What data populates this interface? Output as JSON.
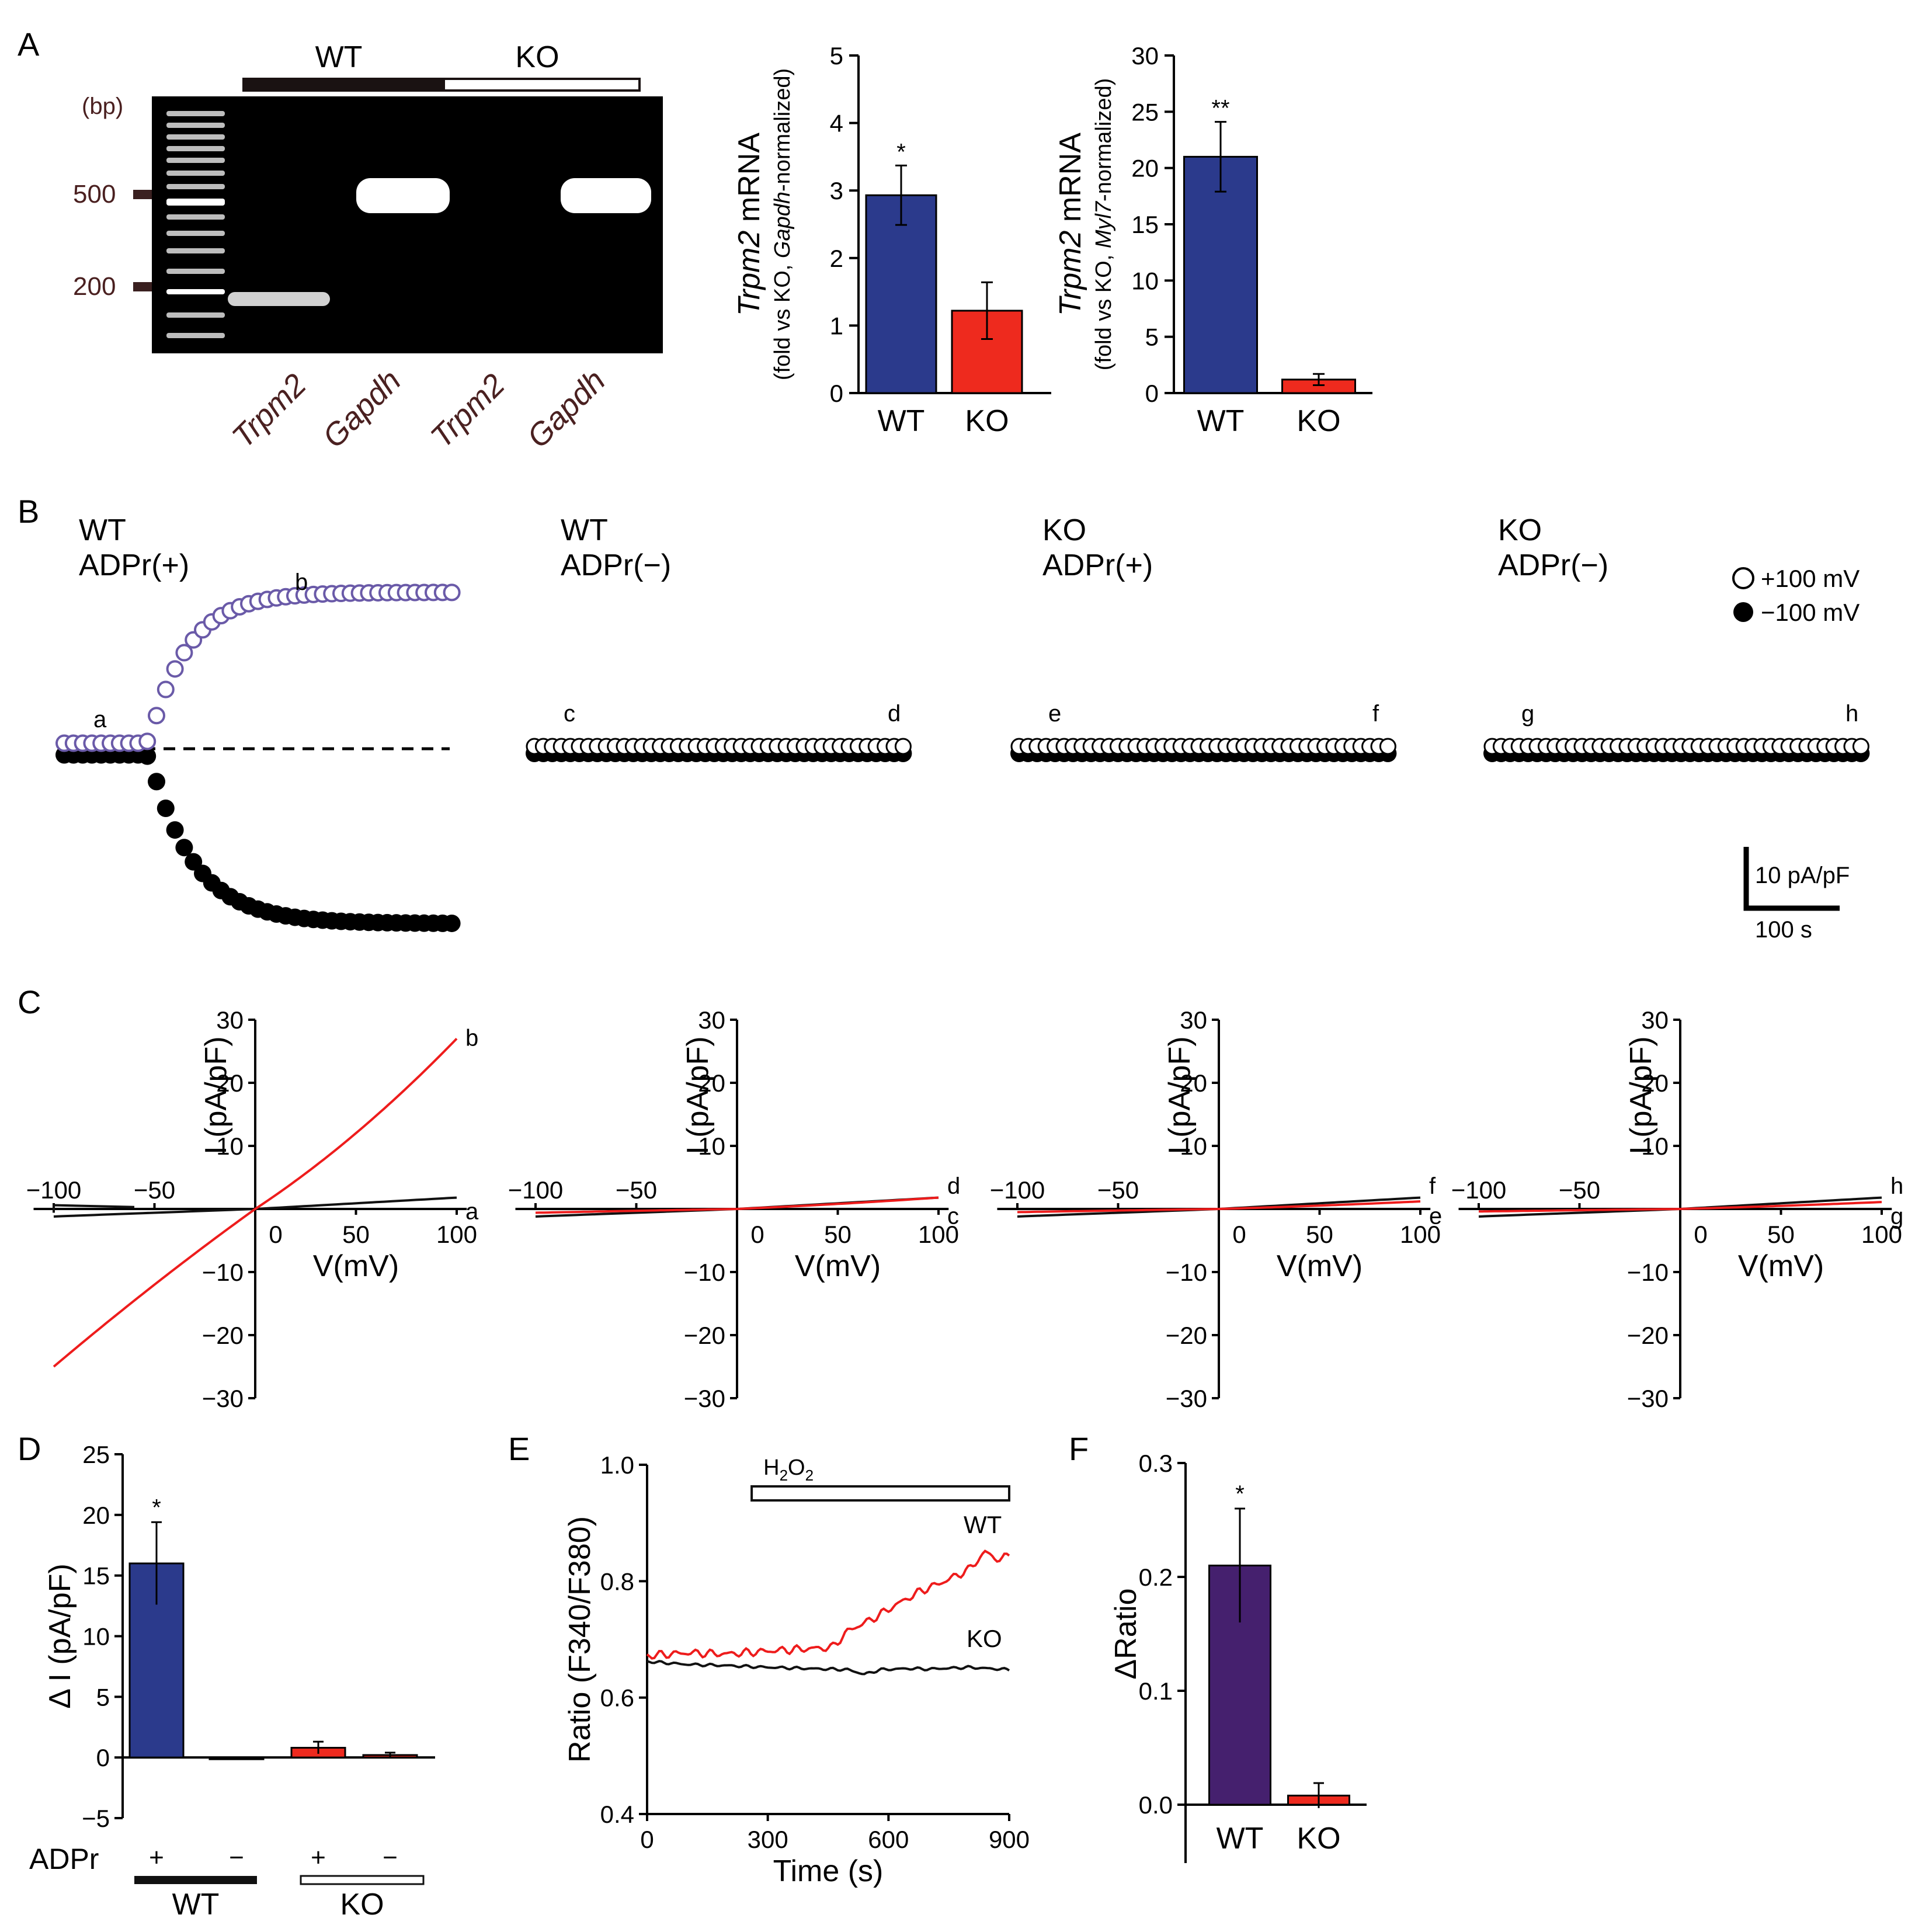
{
  "panel_labels": {
    "A": "A",
    "B": "B",
    "C": "C",
    "D": "D",
    "E": "E",
    "F": "F"
  },
  "gel": {
    "bp_unit": "(bp)",
    "marker_500": "500",
    "marker_200": "200",
    "group_wt": "WT",
    "group_ko": "KO",
    "lanes": [
      "Trpm2",
      "Gapdh",
      "Trpm2",
      "Gapdh"
    ]
  },
  "colors": {
    "wt": "#2b3a8c",
    "ko": "#ee2a1e",
    "purple": "#45206e",
    "open_marker": "#6a5aa8",
    "trace_red": "#ee1c1c"
  },
  "chart_data": [
    {
      "id": "A-mid",
      "type": "bar",
      "categories": [
        "WT",
        "KO"
      ],
      "values": [
        2.93,
        1.22
      ],
      "errors": [
        0.44,
        0.42
      ],
      "ylim": [
        0,
        5
      ],
      "yticks": [
        "0",
        "1",
        "2",
        "3",
        "4",
        "5"
      ],
      "ylabel_italic": "Trpm2",
      "ylabel_main": " mRNA",
      "ylabel_sub_pre": "(fold vs KO, ",
      "ylabel_sub_italic": "Gapdh",
      "ylabel_sub_post": "-normalized)",
      "annotations": [
        "*",
        ""
      ]
    },
    {
      "id": "A-right",
      "type": "bar",
      "categories": [
        "WT",
        "KO"
      ],
      "values": [
        21.0,
        1.2
      ],
      "errors": [
        3.1,
        0.5
      ],
      "ylim": [
        0,
        30
      ],
      "yticks": [
        "0",
        "5",
        "10",
        "15",
        "20",
        "25",
        "30"
      ],
      "ylabel_italic": "Trpm2",
      "ylabel_main": " mRNA",
      "ylabel_sub_pre": "(fold vs KO, ",
      "ylabel_sub_italic": "Myl7",
      "ylabel_sub_post": "-normalized)",
      "annotations": [
        "**",
        ""
      ]
    },
    {
      "id": "B",
      "type": "scatter",
      "conditions": [
        {
          "line1": "WT",
          "line2": "ADPr(+)",
          "start_label": "a",
          "end_label": "b",
          "activates": true
        },
        {
          "line1": "WT",
          "line2": "ADPr(−)",
          "start_label": "c",
          "end_label": "d",
          "activates": false
        },
        {
          "line1": "KO",
          "line2": "ADPr(+)",
          "start_label": "e",
          "end_label": "f",
          "activates": false
        },
        {
          "line1": "KO",
          "line2": "ADPr(−)",
          "start_label": "g",
          "end_label": "h",
          "activates": false
        }
      ],
      "wt_pos_plateau_pApF": 25.5,
      "wt_neg_plateau_pApF": -28.5,
      "legend_open": "+100 mV",
      "legend_filled": "−100 mV",
      "scale_y": "10 pA/pF",
      "scale_x": "100 s"
    },
    {
      "id": "C",
      "type": "line",
      "xlabel": "V(mV)",
      "ylabel": "I (pA/pF)",
      "xticks": [
        "−100",
        "−50",
        "0",
        "50",
        "100"
      ],
      "yticks_pos": [
        "10",
        "20",
        "30"
      ],
      "yticks_neg": [
        "−10",
        "−20",
        "−30"
      ],
      "panels": [
        {
          "red_label": "b",
          "black_label": "a",
          "red_i_at_plus100": 27,
          "red_i_at_minus100": -25
        },
        {
          "red_label": "d",
          "black_label": "c",
          "red_i_at_plus100": 1.8,
          "red_i_at_minus100": -0.6
        },
        {
          "red_label": "f",
          "black_label": "e",
          "red_i_at_plus100": 1.2,
          "red_i_at_minus100": -0.5
        },
        {
          "red_label": "h",
          "black_label": "g",
          "red_i_at_plus100": 1.1,
          "red_i_at_minus100": -0.4
        }
      ]
    },
    {
      "id": "D",
      "type": "bar",
      "ylabel": "Δ I (pA/pF)",
      "ylim": [
        -5,
        25
      ],
      "yticks": [
        "−5",
        "0",
        "5",
        "10",
        "15",
        "20",
        "25"
      ],
      "values": [
        16.0,
        -0.1,
        0.8,
        0.2
      ],
      "errors": [
        3.4,
        0.1,
        0.5,
        0.2
      ],
      "adpr_label": "ADPr",
      "adpr_signs": [
        "+",
        "−",
        "+",
        "−"
      ],
      "groups": [
        "WT",
        "KO"
      ],
      "annotations": [
        "*",
        "",
        "",
        ""
      ]
    },
    {
      "id": "E",
      "type": "line",
      "xlabel": "Time (s)",
      "ylabel": "Ratio (F340/F380)",
      "xticks": [
        "0",
        "300",
        "600",
        "900"
      ],
      "yticks": [
        "0.4",
        "0.6",
        "0.8",
        "1.0"
      ],
      "xlim": [
        0,
        900
      ],
      "ylim": [
        0.4,
        1.0
      ],
      "stim_label": "H",
      "stim_sub": "2",
      "stim_label2": "O",
      "stim_sub2": "2",
      "stim_range_s": [
        260,
        900
      ],
      "series": [
        {
          "name": "WT",
          "x": [
            0,
            100,
            200,
            300,
            400,
            460,
            500,
            560,
            620,
            680,
            740,
            800,
            840,
            880,
            900
          ],
          "y": [
            0.672,
            0.677,
            0.675,
            0.68,
            0.684,
            0.686,
            0.715,
            0.735,
            0.76,
            0.783,
            0.8,
            0.82,
            0.85,
            0.835,
            0.848
          ]
        },
        {
          "name": "KO",
          "x": [
            0,
            100,
            200,
            300,
            400,
            500,
            540,
            580,
            650,
            700,
            800,
            900
          ],
          "y": [
            0.662,
            0.657,
            0.655,
            0.652,
            0.65,
            0.648,
            0.64,
            0.648,
            0.65,
            0.649,
            0.652,
            0.648
          ]
        }
      ]
    },
    {
      "id": "F",
      "type": "bar",
      "ylabel": "ΔRatio",
      "ylim": [
        0,
        0.3
      ],
      "yticks": [
        "0.0",
        "0.1",
        "0.2",
        "0.3"
      ],
      "categories": [
        "WT",
        "KO"
      ],
      "values": [
        0.21,
        0.008
      ],
      "errors": [
        0.05,
        0.011
      ],
      "annotations": [
        "*",
        ""
      ]
    }
  ]
}
